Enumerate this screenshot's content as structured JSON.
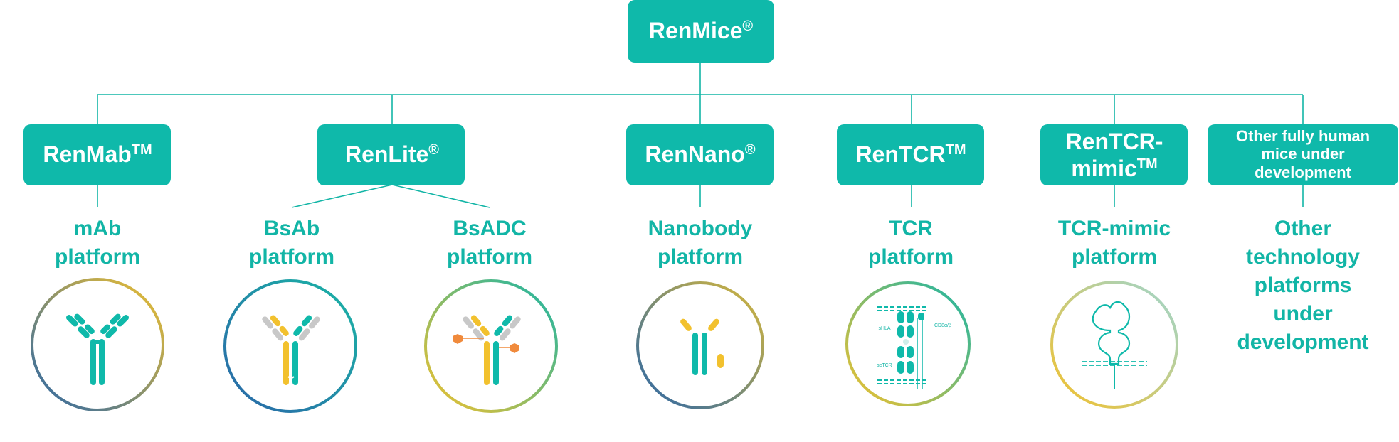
{
  "colors": {
    "teal": "#0fb9aa",
    "teal_text": "#12b5a6",
    "teal_dark": "#0e9f92",
    "yellow": "#f2c12e",
    "gray": "#c8c8c8",
    "orange": "#f08a3c",
    "blue": "#2a66a8",
    "white": "#ffffff"
  },
  "root": {
    "name": "RenMice",
    "mark": "®"
  },
  "children": [
    {
      "name": "RenMab",
      "mark": "TM"
    },
    {
      "name": "RenLite",
      "mark": "®"
    },
    {
      "name": "RenNano",
      "mark": "®"
    },
    {
      "name": "RenTCR",
      "mark": "TM"
    },
    {
      "name": "RenTCR-",
      "line2": "mimic",
      "mark": "TM"
    },
    {
      "lines": [
        "Other fully human",
        "mice under",
        "development"
      ]
    }
  ],
  "platforms": [
    {
      "lines": [
        "mAb",
        "platform"
      ],
      "icon": "antibody-icon"
    },
    {
      "lines": [
        "BsAb",
        "platform"
      ],
      "icon": "bispecific-antibody-icon"
    },
    {
      "lines": [
        "BsADC",
        "platform"
      ],
      "icon": "bispecific-adc-icon"
    },
    {
      "lines": [
        "Nanobody",
        "platform"
      ],
      "icon": "nanobody-icon"
    },
    {
      "lines": [
        "TCR",
        "platform"
      ],
      "icon": "tcr-complex-icon"
    },
    {
      "lines": [
        "TCR-mimic",
        "platform"
      ],
      "icon": "tcr-mimic-icon"
    },
    {
      "lines": [
        "Other",
        "technology",
        "platforms",
        "under",
        "development"
      ]
    }
  ],
  "tcr_icon_labels": {
    "hla": "sHLA",
    "tcr": "scTCR",
    "cd": "CD8α/β"
  }
}
